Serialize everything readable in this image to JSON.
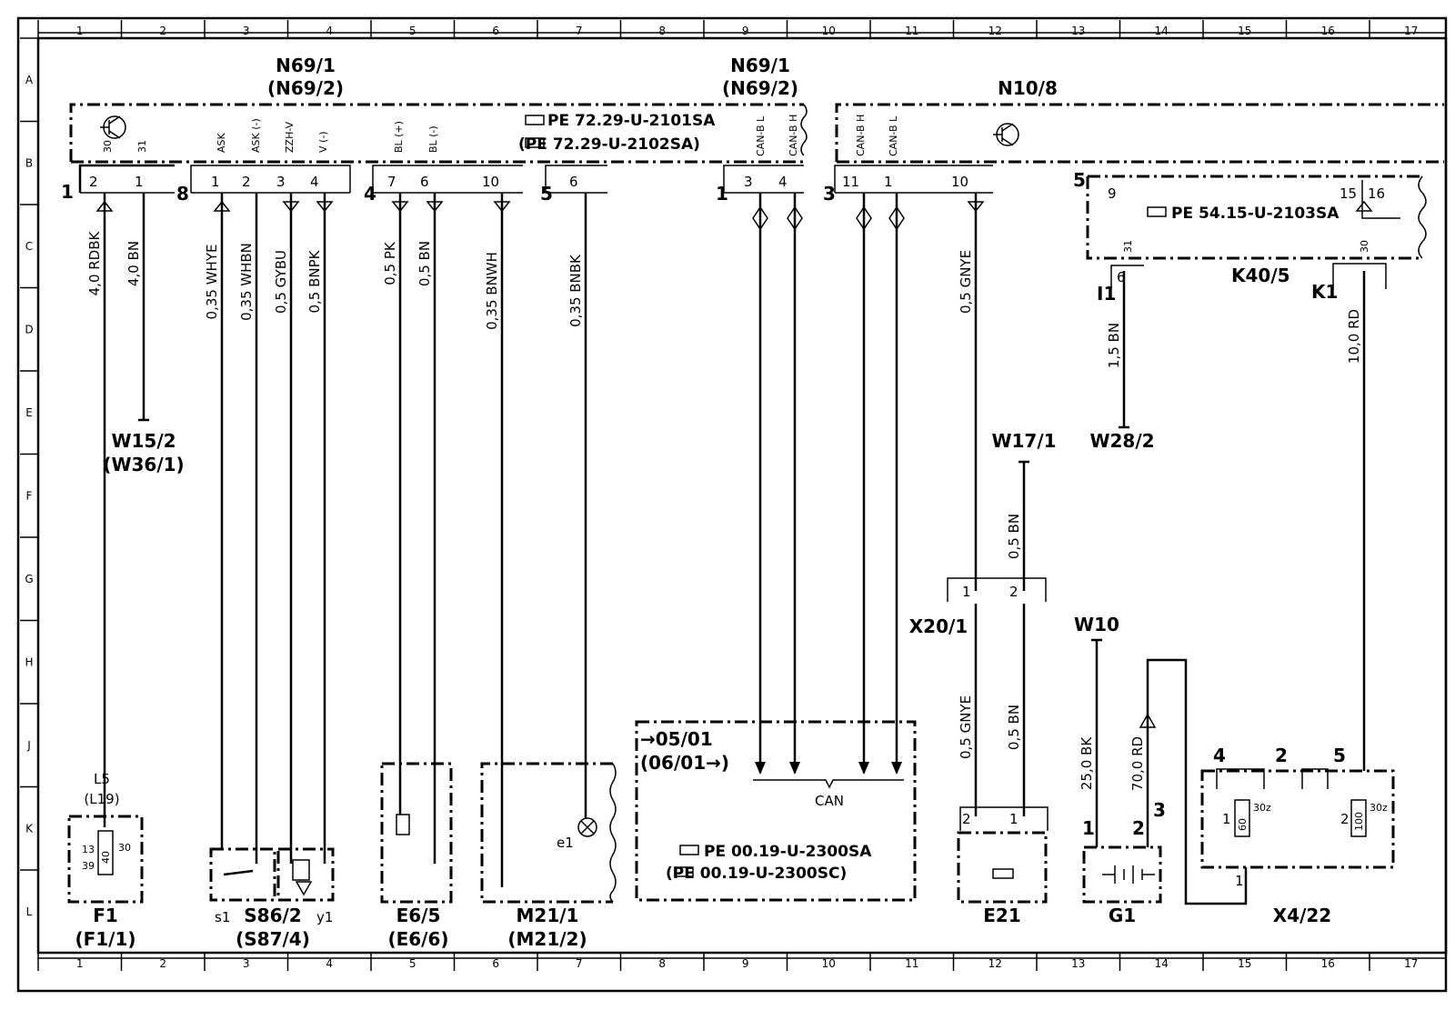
{
  "grid": {
    "cols": [
      "1",
      "2",
      "3",
      "4",
      "5",
      "6",
      "7",
      "8",
      "9",
      "10",
      "11",
      "12",
      "13",
      "14",
      "15",
      "16",
      "17"
    ],
    "rows": [
      "A",
      "B",
      "C",
      "D",
      "E",
      "F",
      "G",
      "H",
      "J",
      "K",
      "L"
    ]
  },
  "modules": {
    "n69_left": {
      "name": "N69/1",
      "alt": "(N69/2)"
    },
    "n69_right": {
      "name": "N69/1",
      "alt": "(N69/2)"
    },
    "n10": {
      "name": "N10/8"
    },
    "k40": {
      "name": "K40/5"
    }
  },
  "refs": {
    "r1": "PE  72.29-U-2101SA",
    "r2": "(PE  72.29-U-2102SA)",
    "r3": "PE  54.15-U-2103SA",
    "r4": "PE  00.19-U-2300SA",
    "r5": "(PE  00.19-U-2300SC)"
  },
  "pinLabels": {
    "p30": "30",
    "p31": "31",
    "pask": "ASK",
    "paskm": "ASK (-)",
    "pzzh": "ZZH-V",
    "pvm": "V (-)",
    "pblp": "BL (+)",
    "pblm": "BL (-)",
    "pcanbl": "CAN-B L",
    "pcanbh": "CAN-B H",
    "pcanbh2": "CAN-B H",
    "pcanbl2": "CAN-B L",
    "p31b": "31",
    "p30b": "30"
  },
  "pins": {
    "a2": "2",
    "a1": "1",
    "b1": "1",
    "b2": "2",
    "b3": "3",
    "b4": "4",
    "c7": "7",
    "c6": "6",
    "c10": "10",
    "d6": "6",
    "e3": "3",
    "e4": "4",
    "f11": "11",
    "f1": "1",
    "f10": "10",
    "g9": "9",
    "g15": "15",
    "g16": "16",
    "g6": "6",
    "x1": "1",
    "x2": "2",
    "e21a": "2",
    "e21b": "1",
    "g1a": "1",
    "g1b": "2",
    "g1c": "3",
    "x4a": "4",
    "x4b": "2",
    "x4c": "5",
    "x4d": "1",
    "x4e": "2",
    "x4f": "1",
    "f1a": "13",
    "f1b": "39",
    "f1c": "30",
    "f1d": "40",
    "x4r1": "60",
    "x4r2": "100",
    "x4z1": "30z",
    "x4z2": "30z"
  },
  "connectors": {
    "c1": "1",
    "c8": "8",
    "c4": "4",
    "c5": "5",
    "c1b": "1",
    "c3": "3",
    "c5b": "5",
    "i1": "I1",
    "k1": "K1"
  },
  "wires": {
    "w1": "4,0  RDBK",
    "w2": "4,0  BN",
    "w3": "0,35  WHYE",
    "w4": "0,35  WHBN",
    "w5": "0,5  GYBU",
    "w6": "0,5  BNPK",
    "w7": "0,5  PK",
    "w8": "0,5  BN",
    "w9": "0,35  BNWH",
    "w10": "0,35  BNBK",
    "w11": "0,5  GNYE",
    "w12": "1,5  BN",
    "w13": "10,0  RD",
    "w14": "0,5  BN",
    "w15": "0,5  GNYE",
    "w16": "0,5  BN",
    "w17": "25,0  BK",
    "w18": "70,0  RD"
  },
  "grounds": {
    "g1": "W15/2",
    "g1b": "(W36/1)",
    "g2": "W17/1",
    "g3": "W28/2",
    "g4": "W10"
  },
  "components": {
    "f1": "F1",
    "f1b": "(F1/1)",
    "l5": "L5",
    "l19": "(L19)",
    "s86": "S86/2",
    "s87": "(S87/4)",
    "s1": "s1",
    "y1": "y1",
    "e65": "E6/5",
    "e66": "(E6/6)",
    "m211": "M21/1",
    "m212": "(M21/2)",
    "e1": "e1",
    "x201": "X20/1",
    "e21": "E21",
    "g1": "G1",
    "x422": "X4/22"
  },
  "can": {
    "label": "CAN",
    "date1": "05/01",
    "date2": "(06/01",
    "arrow": "→"
  }
}
